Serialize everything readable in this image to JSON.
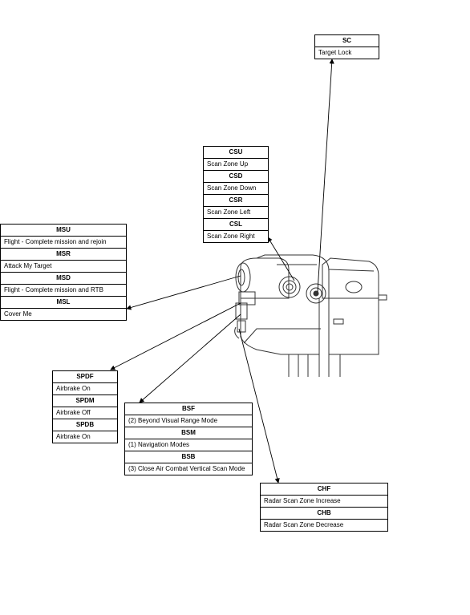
{
  "colors": {
    "line": "#000000",
    "background": "#ffffff",
    "drawing": "#333333"
  },
  "boxes": {
    "sc": {
      "rows": [
        {
          "code": "SC",
          "desc": "Target Lock"
        }
      ]
    },
    "csu": {
      "rows": [
        {
          "code": "CSU",
          "desc": "Scan Zone Up"
        },
        {
          "code": "CSD",
          "desc": "Scan Zone Down"
        },
        {
          "code": "CSR",
          "desc": "Scan Zone Left"
        },
        {
          "code": "CSL",
          "desc": "Scan Zone Right"
        }
      ]
    },
    "msu": {
      "rows": [
        {
          "code": "MSU",
          "desc": "Flight - Complete mission and rejoin"
        },
        {
          "code": "MSR",
          "desc": "Attack My Target"
        },
        {
          "code": "MSD",
          "desc": "Flight - Complete mission and RTB"
        },
        {
          "code": "MSL",
          "desc": "Cover Me"
        }
      ]
    },
    "spdf": {
      "rows": [
        {
          "code": "SPDF",
          "desc": "Airbrake On"
        },
        {
          "code": "SPDM",
          "desc": "Airbrake Off"
        },
        {
          "code": "SPDB",
          "desc": "Airbrake On"
        }
      ]
    },
    "bsf": {
      "rows": [
        {
          "code": "BSF",
          "desc": "(2) Beyond Visual Range Mode"
        },
        {
          "code": "BSM",
          "desc": "(1) Navigation Modes"
        },
        {
          "code": "BSB",
          "desc": "(3) Close Air Combat Vertical Scan Mode"
        }
      ]
    },
    "chf": {
      "rows": [
        {
          "code": "CHF",
          "desc": "Radar Scan Zone Increase"
        },
        {
          "code": "CHB",
          "desc": "Radar Scan Zone Decrease"
        }
      ]
    }
  }
}
